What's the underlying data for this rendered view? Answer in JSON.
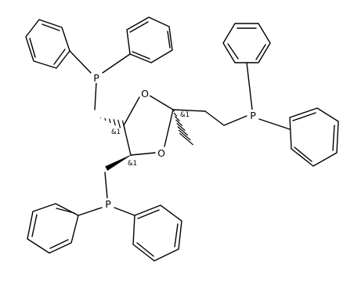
{
  "molecule": {
    "atoms": {
      "phosphorus": "P",
      "oxygen": "O"
    },
    "stereo_flag": "&1",
    "stereo_centers": [
      "&1",
      "&1",
      "&1"
    ]
  },
  "colors": {
    "bond": "#000000",
    "background": "#ffffff"
  }
}
